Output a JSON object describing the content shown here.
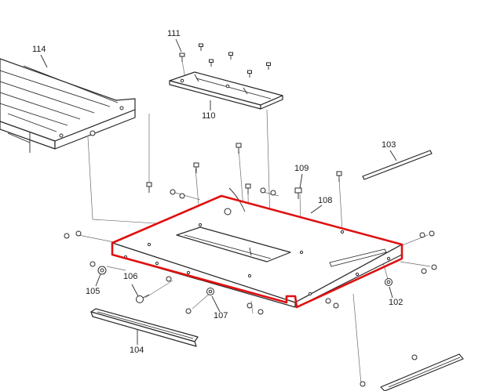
{
  "diagram": {
    "type": "exploded-parts-view",
    "highlight_color": "#e01010",
    "highlighted_part": "108",
    "callouts": [
      {
        "id": "c111",
        "label": "111",
        "name": "screw"
      },
      {
        "id": "c114",
        "label": "114",
        "name": "slatted-tray"
      },
      {
        "id": "c110",
        "label": "110",
        "name": "mounting-bracket"
      },
      {
        "id": "c103",
        "label": "103",
        "name": "strip"
      },
      {
        "id": "c109",
        "label": "109",
        "name": "screw"
      },
      {
        "id": "c108",
        "label": "108",
        "name": "base-plate"
      },
      {
        "id": "c106",
        "label": "106",
        "name": "bolt"
      },
      {
        "id": "c105",
        "label": "105",
        "name": "nut"
      },
      {
        "id": "c102",
        "label": "102",
        "name": "nut"
      },
      {
        "id": "c107",
        "label": "107",
        "name": "nut"
      },
      {
        "id": "c104",
        "label": "104",
        "name": "rail"
      }
    ]
  }
}
